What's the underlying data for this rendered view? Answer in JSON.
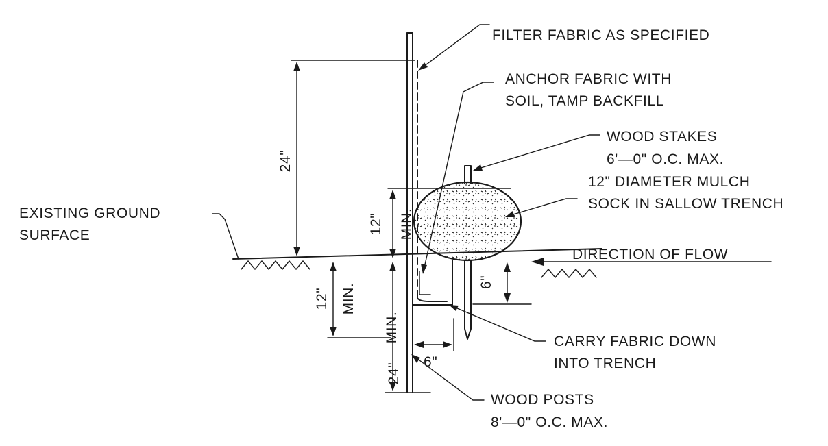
{
  "labels": {
    "filter_fabric": "FILTER FABRIC AS SPECIFIED",
    "anchor_line1": "ANCHOR FABRIC WITH",
    "anchor_line2": "SOIL, TAMP BACKFILL",
    "stakes_line1": "WOOD STAKES",
    "stakes_line2": "6'—0\" O.C. MAX.",
    "sock_line1": "12\" DIAMETER MULCH",
    "sock_line2": "SOCK IN SALLOW TRENCH",
    "ground_line1": "EXISTING GROUND",
    "ground_line2": "SURFACE",
    "flow": "DIRECTION OF FLOW",
    "carry_line1": "CARRY FABRIC DOWN",
    "carry_line2": "INTO TRENCH",
    "posts_line1": "WOOD POSTS",
    "posts_line2": "8'—0\" O.C. MAX."
  },
  "dimensions": {
    "fence_above": "24\"",
    "sock_height": "12\"",
    "sock_height_min": "MIN.",
    "trench_depth": "12\"",
    "trench_depth_min": "MIN.",
    "post_embed": "24\"",
    "post_embed_min": "MIN.",
    "stake_depth": "6\"",
    "trench_width": "6\""
  }
}
